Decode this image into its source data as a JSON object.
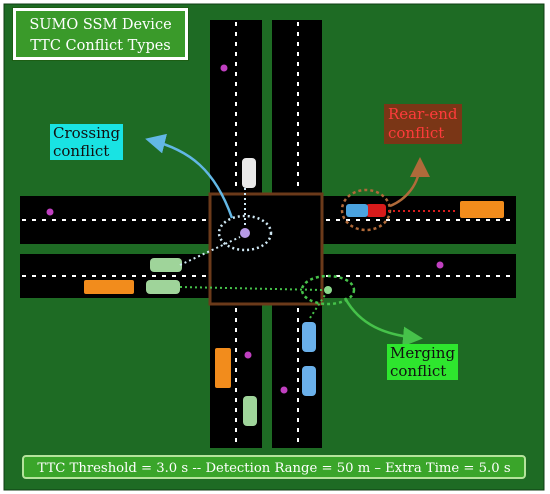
{
  "title": {
    "line1": "SUMO SSM Device",
    "line2": "TTC Conflict Types"
  },
  "annotations": {
    "crossing": [
      "Crossing",
      "conflict"
    ],
    "rear_end": [
      "Rear-end",
      "conflict"
    ],
    "merging": [
      "Merging",
      "conflict"
    ]
  },
  "footer": "TTC Threshold = 3.0 s --  Detection Range = 50 m – Extra Time = 5.0 s",
  "colors": {
    "grass": "#1e6b24",
    "road": "#000000",
    "intersection_border": "#6b3a1a",
    "crossing_arrow": "#62b7e5",
    "rear_end_arrow": "#b06a3a",
    "merging_arrow": "#46c24a",
    "conflict_circle": "#cfe8f4"
  }
}
